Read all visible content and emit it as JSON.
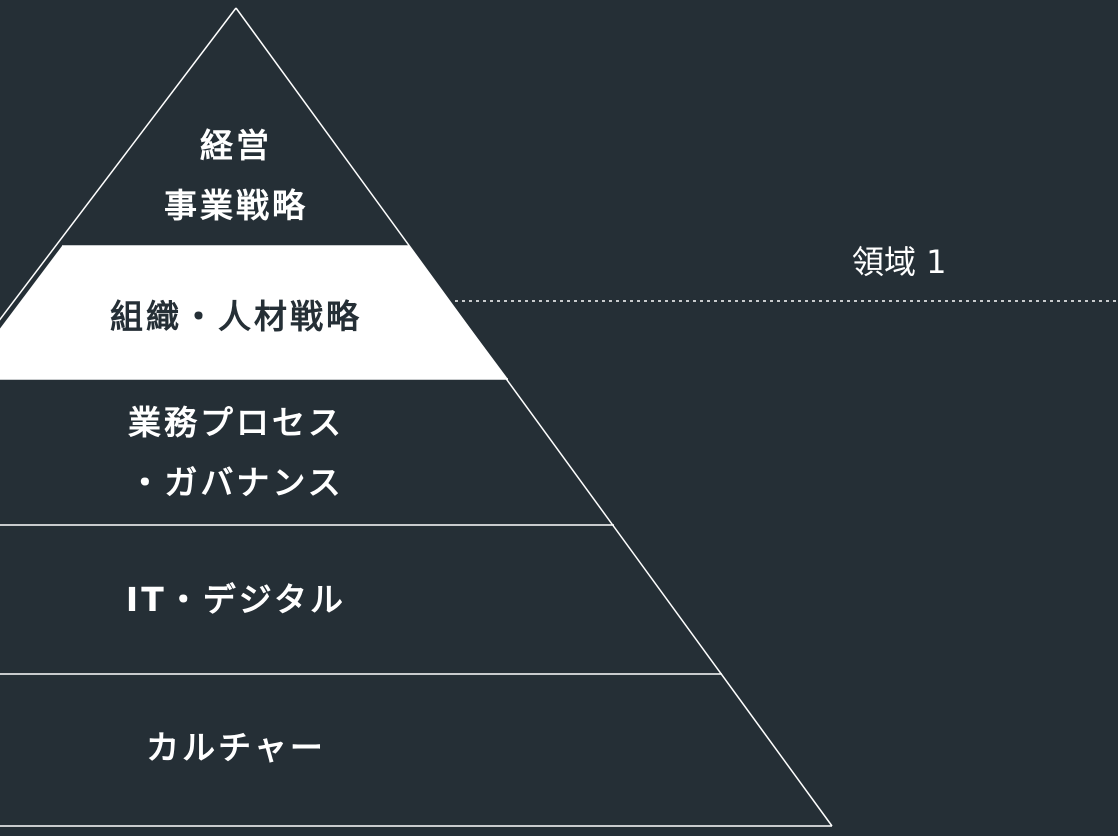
{
  "diagram": {
    "tiers": [
      {
        "lines": [
          "経営",
          "事業戦略"
        ],
        "highlighted": false
      },
      {
        "lines": [
          "組織・人材戦略"
        ],
        "highlighted": true
      },
      {
        "lines": [
          "業務プロセス",
          "・ガバナンス"
        ],
        "highlighted": false
      },
      {
        "lines": [
          "IT・デジタル"
        ],
        "highlighted": false
      },
      {
        "lines": [
          "カルチャー"
        ],
        "highlighted": false
      }
    ],
    "area_label": "領域 1",
    "colors": {
      "background": "#252f36",
      "outline": "#ffffff",
      "highlight_fill": "#ffffff",
      "highlight_text": "#252f36",
      "text": "#ffffff"
    }
  }
}
